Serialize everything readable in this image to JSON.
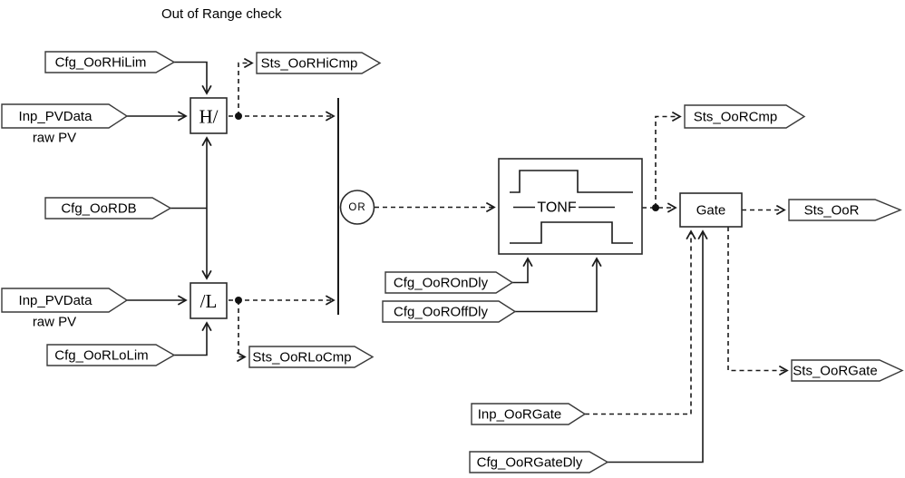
{
  "title": "Out of Range check",
  "colors": {
    "line": "#1a1a1a",
    "tag_fill": "#ffffff",
    "tag_border": "#3a3a3a",
    "text": "#000000"
  },
  "blocks": {
    "high_limit": "H/",
    "low_limit": "/L",
    "or_junction": "OR",
    "timer": "TONF",
    "gate": "Gate"
  },
  "inputs": [
    {
      "id": "cfg_oorhilim",
      "label": "Cfg_OoRHiLim"
    },
    {
      "id": "inp_pvdata_top",
      "label": "Inp_PVData",
      "sublabel": "raw PV"
    },
    {
      "id": "cfg_oordb",
      "label": "Cfg_OoRDB"
    },
    {
      "id": "inp_pvdata_bottom",
      "label": "Inp_PVData",
      "sublabel": "raw PV"
    },
    {
      "id": "cfg_oorlolim",
      "label": "Cfg_OoRLoLim"
    },
    {
      "id": "cfg_oorondly",
      "label": "Cfg_OoROnDly"
    },
    {
      "id": "cfg_ooroffdly",
      "label": "Cfg_OoROffDly"
    },
    {
      "id": "inp_oorgate",
      "label": "Inp_OoRGate"
    },
    {
      "id": "cfg_oorgatedly",
      "label": "Cfg_OoRGateDly"
    }
  ],
  "outputs": [
    {
      "id": "sts_oorhicmp",
      "label": "Sts_OoRHiCmp"
    },
    {
      "id": "sts_oorlocmp",
      "label": "Sts_OoRLoCmp"
    },
    {
      "id": "sts_oorcmp",
      "label": "Sts_OoRCmp"
    },
    {
      "id": "sts_oor",
      "label": "Sts_OoR"
    },
    {
      "id": "sts_oorgate",
      "label": "Sts_OoRGate"
    }
  ]
}
